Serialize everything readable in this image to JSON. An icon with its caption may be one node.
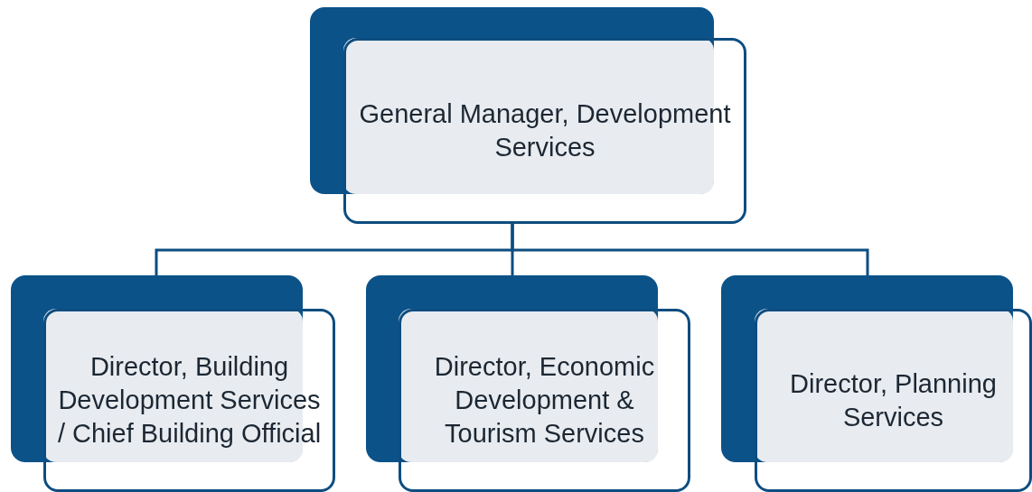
{
  "diagram": {
    "nodes": [
      {
        "text": [
          "General Manager, Development Services"
        ]
      },
      {
        "text": [
          "Director, Building Development Services / Chief Building Official"
        ]
      },
      {
        "text": [
          "Director, Economic Development & Tourism Services"
        ]
      },
      {
        "text": [
          "Director, Planning Services"
        ]
      }
    ],
    "edges": [
      {
        "from": 0,
        "to": 1,
        "arrow": "none"
      },
      {
        "from": 0,
        "to": 2,
        "arrow": "none"
      },
      {
        "from": 0,
        "to": 3,
        "arrow": "none"
      }
    ]
  }
}
